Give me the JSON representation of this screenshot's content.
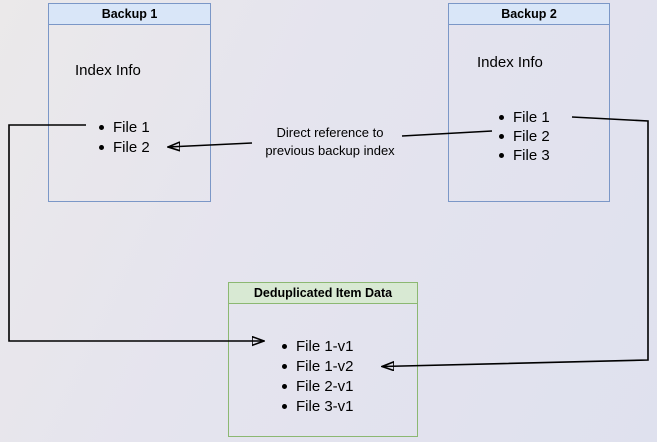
{
  "backup1": {
    "title": "Backup 1",
    "subtitle": "Index Info",
    "items": [
      "File 1",
      "File 2"
    ]
  },
  "backup2": {
    "title": "Backup 2",
    "subtitle": "Index Info",
    "items": [
      "File 1",
      "File 2",
      "File 3"
    ]
  },
  "dedup": {
    "title": "Deduplicated Item Data",
    "items": [
      "File 1-v1",
      "File 1-v2",
      "File 2-v1",
      "File 3-v1"
    ]
  },
  "annotation": {
    "line1": "Direct reference to",
    "line2": "previous backup index"
  },
  "colors": {
    "backup_header_fill": "#d9e6f8",
    "backup_border": "#7b97c7",
    "dedup_header_fill": "#d8e9d3",
    "dedup_border": "#8cb872",
    "connector": "#000000",
    "background_start": "#ebe9ea",
    "background_end": "#dfe1ee"
  }
}
